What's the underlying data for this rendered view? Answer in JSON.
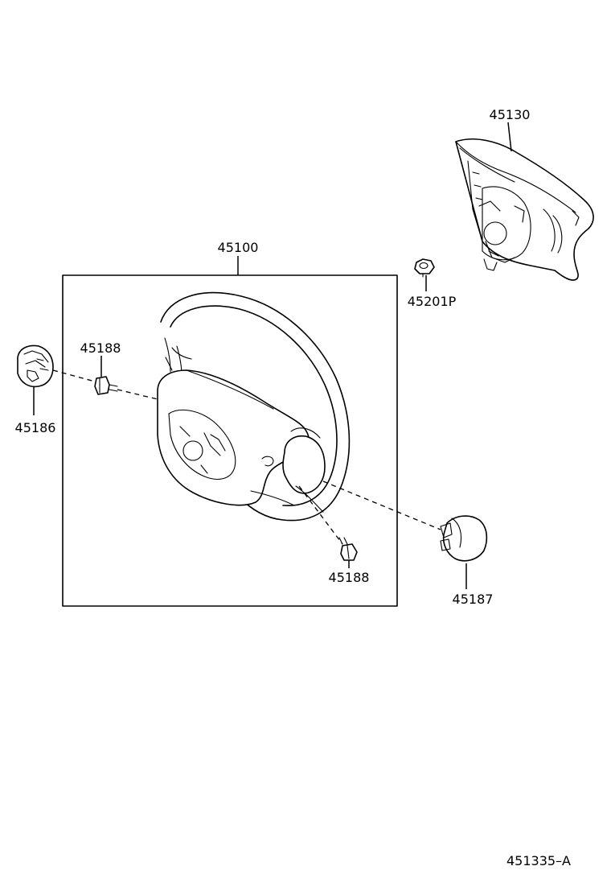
{
  "diagram": {
    "parts": [
      {
        "id": "p45130",
        "number": "45130"
      },
      {
        "id": "p45100",
        "number": "45100"
      },
      {
        "id": "p45201p",
        "number": "45201P"
      },
      {
        "id": "p45188a",
        "number": "45188"
      },
      {
        "id": "p45186",
        "number": "45186"
      },
      {
        "id": "p45188b",
        "number": "45188"
      },
      {
        "id": "p45187",
        "number": "45187"
      }
    ],
    "reference_code": "451335–A"
  }
}
